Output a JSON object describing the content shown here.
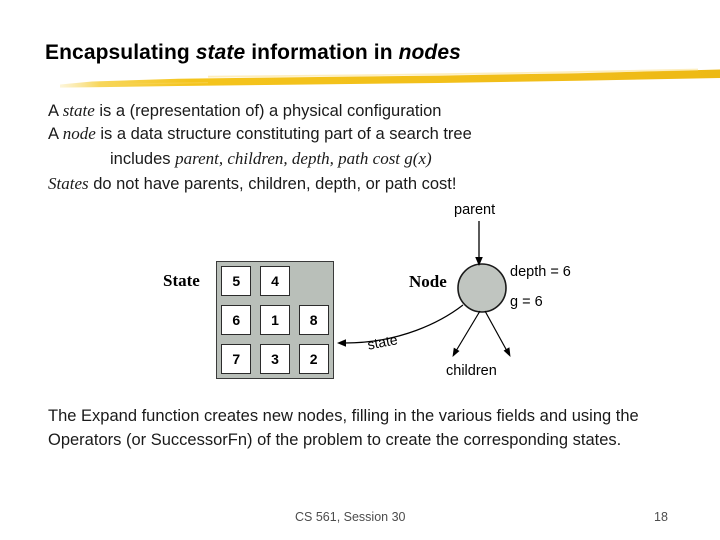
{
  "slide": {
    "title_prefix": "Encapsulating ",
    "title_em1": "state",
    "title_mid": " information in ",
    "title_em2": "nodes",
    "accent_color": "#f5c518"
  },
  "body": {
    "line1_a": "A ",
    "line1_em": "state",
    "line1_b": " is a (representation of) a physical configuration",
    "line2_a": "A ",
    "line2_em": "node",
    "line2_b": " is a data structure constituting part of a search tree",
    "line3_a": "includes ",
    "line3_em": "parent, children, depth, path cost g(x)",
    "line4_em": "States",
    "line4_b": " do not have parents, children, depth, or path cost!",
    "para_a": "The ",
    "para_sc1": "Expand",
    "para_b": " function creates new nodes, filling in the various fields and using the ",
    "para_sc2": "Operators",
    "para_c": " (or ",
    "para_sc3": "SuccessorFn",
    "para_d": ") of the problem to create the corresponding states."
  },
  "diagram": {
    "state_label": "State",
    "node_label": "Node",
    "parent_label": "parent",
    "depth_label": "depth = 6",
    "g_label": "g = 6",
    "children_label": "children",
    "state_edge_label": "state",
    "grid_fill_color": "#b9bfb9",
    "node_fill_color": "#c0c5c0",
    "tiles": [
      {
        "value": "5",
        "empty": false
      },
      {
        "value": "4",
        "empty": false
      },
      {
        "value": "",
        "empty": true
      },
      {
        "value": "6",
        "empty": false
      },
      {
        "value": "1",
        "empty": false
      },
      {
        "value": "8",
        "empty": false
      },
      {
        "value": "7",
        "empty": false
      },
      {
        "value": "3",
        "empty": false
      },
      {
        "value": "2",
        "empty": false
      }
    ]
  },
  "footer": {
    "center": "CS 561, Session 30",
    "page": "18"
  }
}
